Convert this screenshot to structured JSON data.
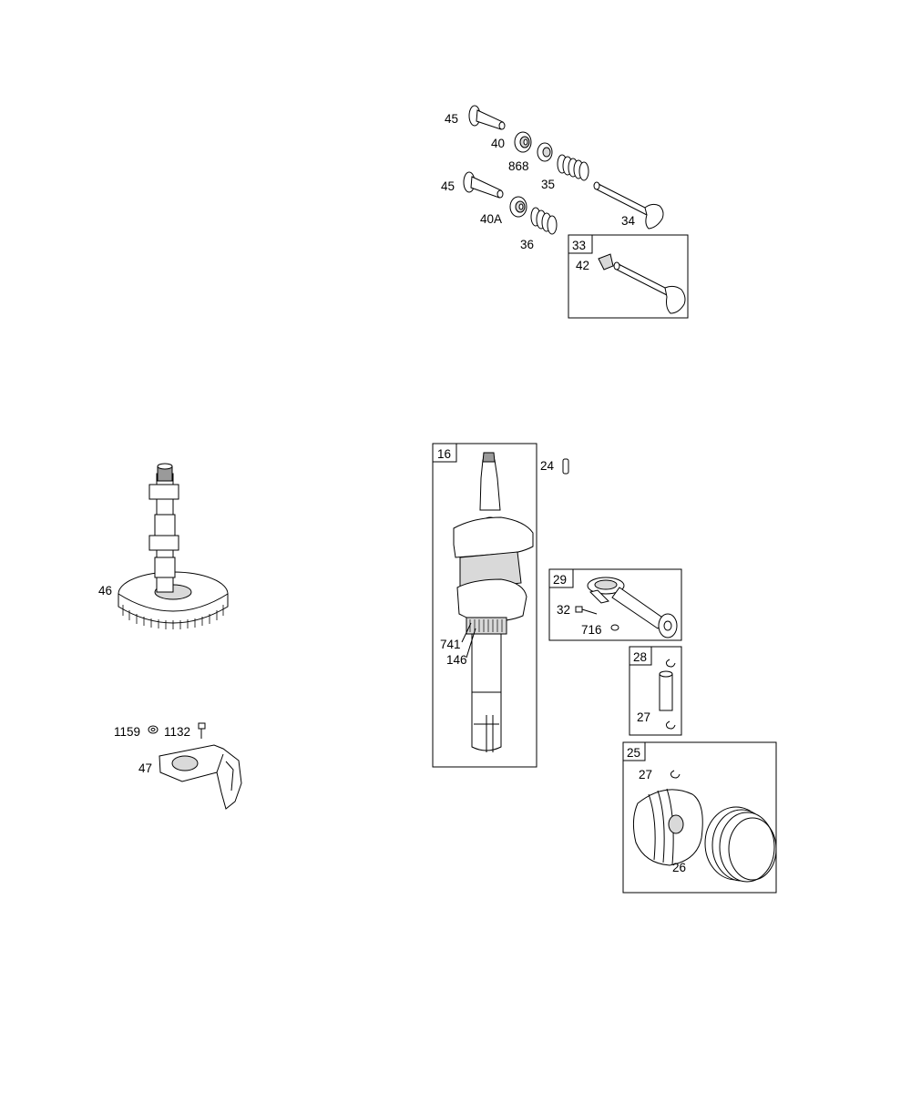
{
  "callouts": {
    "n45a": "45",
    "n40": "40",
    "n868": "868",
    "n35": "35",
    "n45b": "45",
    "n40A": "40A",
    "n34": "34",
    "n36": "36",
    "n33": "33",
    "n42": "42",
    "n16": "16",
    "n24": "24",
    "n29": "29",
    "n32": "32",
    "n716": "716",
    "n741": "741",
    "n146": "146",
    "n28": "28",
    "n27a": "27",
    "n25": "25",
    "n27b": "27",
    "n26": "26",
    "n46": "46",
    "n1159": "1159",
    "n1132": "1132",
    "n47": "47"
  }
}
